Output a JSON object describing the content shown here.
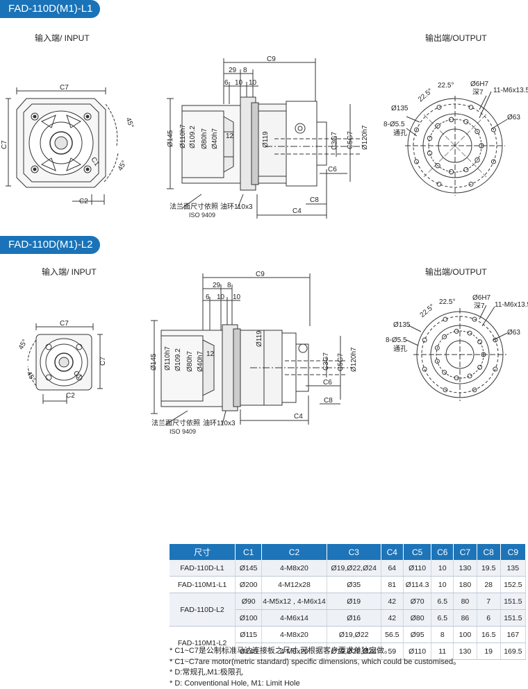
{
  "section1": {
    "title": "FAD-110D(M1)-L1",
    "input_label": "输入端/ INPUT",
    "output_label": "输出端/OUTPUT"
  },
  "section2": {
    "title": "FAD-110D(M1)-L2",
    "input_label": "输入端/ INPUT",
    "output_label": "输出端/OUTPUT"
  },
  "input_view": {
    "c7": "C7",
    "c2": "C2",
    "c1": "C1",
    "angle": "45°"
  },
  "side_view": {
    "c9": "C9",
    "d29": "29",
    "d8": "8",
    "d6": "6",
    "d10a": "10",
    "d10b": "10",
    "d12": "12",
    "d145": "Ø145",
    "d110": "Ø110h7",
    "d1092": "Ø109.2",
    "d80": "Ø80h7",
    "d40": "Ø40h7",
    "d119": "Ø119",
    "c3": "C3G7",
    "c5": "C5G7",
    "d120": "Ø120h7",
    "c6": "C6",
    "c8": "C8",
    "c4": "C4",
    "flange_note": "法兰面尺寸依照",
    "iso": "ISO 9409",
    "oil_ring": "油环110x3"
  },
  "output_view": {
    "a225a": "22.5°",
    "a225b": "22.5°",
    "d6h7": "Ø6H7",
    "depth7": "深7",
    "m6": "11-M6x13.5",
    "d135": "Ø135",
    "d63": "Ø63",
    "holes": "8-Ø5.5",
    "through": "通孔"
  },
  "table": {
    "headers": [
      "尺寸",
      "C1",
      "C2",
      "C3",
      "C4",
      "C5",
      "C6",
      "C7",
      "C8",
      "C9"
    ],
    "rows": [
      [
        "FAD-110D-L1",
        "Ø145",
        "4-M8x20",
        "Ø19,Ø22,Ø24",
        "64",
        "Ø110",
        "10",
        "130",
        "19.5",
        "135"
      ],
      [
        "FAD-110M1-L1",
        "Ø200",
        "4-M12x28",
        "Ø35",
        "81",
        "Ø114.3",
        "10",
        "180",
        "28",
        "152.5"
      ],
      [
        "FAD-110D-L2",
        "Ø90",
        "4-M5x12 , 4-M6x14",
        "Ø19",
        "42",
        "Ø70",
        "6.5",
        "80",
        "7",
        "151.5"
      ],
      [
        "",
        "Ø100",
        "4-M6x14",
        "Ø16",
        "42",
        "Ø80",
        "6.5",
        "86",
        "6",
        "151.5"
      ],
      [
        "FAD-110M1-L2",
        "Ø115",
        "4-M8x20",
        "Ø19,Ø22",
        "56.5",
        "Ø95",
        "8",
        "100",
        "16.5",
        "167"
      ],
      [
        "",
        "Ø145",
        "4-M8x20",
        "Ø19,Ø22,Ø24",
        "59",
        "Ø110",
        "11",
        "130",
        "19",
        "169.5"
      ]
    ]
  },
  "notes": [
    "* C1~C7是公制标准马达连接板之尺寸,可根据客户要求单独定做。",
    "* C1~C7are motor(metric standard)  specific dimensions, which could be customised。",
    "* D:常规孔,M1:极限孔",
    "* D: Conventional Hole, M1: Limit Hole"
  ]
}
